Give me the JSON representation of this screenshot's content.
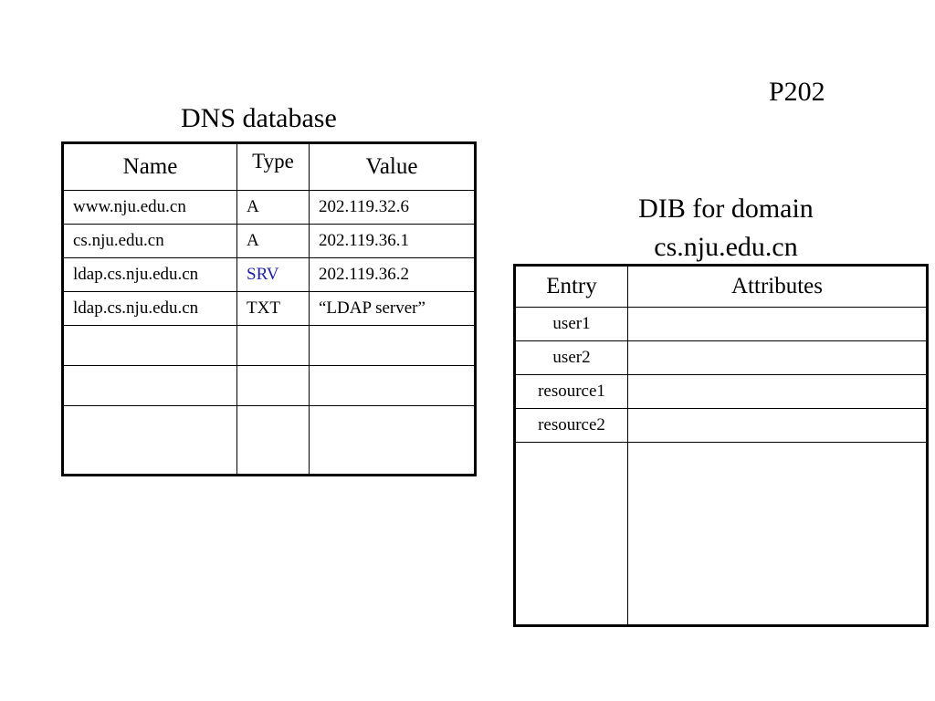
{
  "page_number": "P202",
  "dns": {
    "title": "DNS database",
    "headers": {
      "name": "Name",
      "type": "Type",
      "value": "Value"
    },
    "rows": [
      {
        "name": "www.nju.edu.cn",
        "type": "A",
        "value": "202.119.32.6"
      },
      {
        "name": "cs.nju.edu.cn",
        "type": "A",
        "value": "202.119.36.1"
      },
      {
        "name": "ldap.cs.nju.edu.cn",
        "type": "SRV",
        "value": "202.119.36.2"
      },
      {
        "name": "ldap.cs.nju.edu.cn",
        "type": "TXT",
        "value": "“LDAP server”"
      }
    ],
    "srv_color": "#1f1fa8"
  },
  "dib": {
    "title_line1": "DIB for domain",
    "title_line2": "cs.nju.edu.cn",
    "headers": {
      "entry": "Entry",
      "attributes": "Attributes"
    },
    "rows": [
      {
        "entry": "user1"
      },
      {
        "entry": "user2"
      },
      {
        "entry": "resource1"
      },
      {
        "entry": "resource2"
      }
    ]
  }
}
